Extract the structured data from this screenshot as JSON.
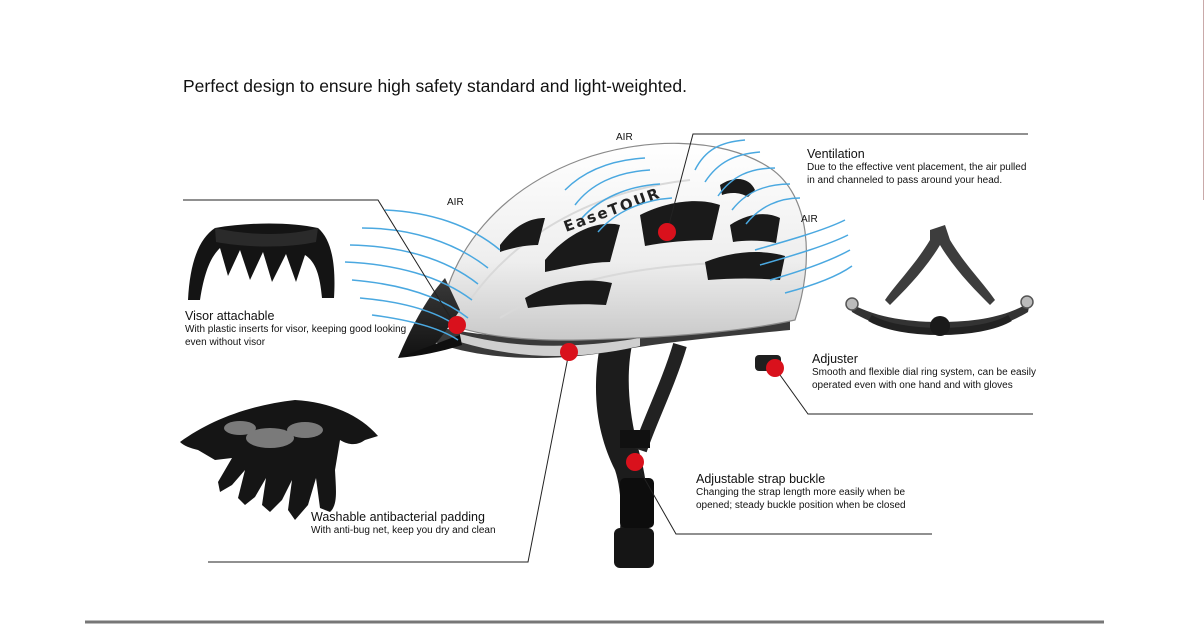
{
  "title": "Perfect design to ensure high safety standard and light-weighted.",
  "brand": "EaseTOUR",
  "air_label": "AIR",
  "colors": {
    "accent": "#d9111c",
    "airflow": "#4aa8e0",
    "leader": "#222222",
    "rule": "#777777"
  },
  "callouts": {
    "ventilation": {
      "title": "Ventilation",
      "desc": "Due to the effective vent placement, the air pulled in and channeled to pass around your head."
    },
    "visor": {
      "title": "Visor attachable",
      "desc": "With plastic inserts for visor, keeping good looking even without visor"
    },
    "adjuster": {
      "title": "Adjuster",
      "desc": "Smooth and flexible dial ring system, can be easily operated even with one hand and with gloves"
    },
    "strap": {
      "title": "Adjustable strap buckle",
      "desc": "Changing the strap length more easily when be opened; steady buckle position when be closed"
    },
    "padding": {
      "title": "Washable antibacterial padding",
      "desc": "With anti-bug net, keep you dry and clean"
    }
  }
}
